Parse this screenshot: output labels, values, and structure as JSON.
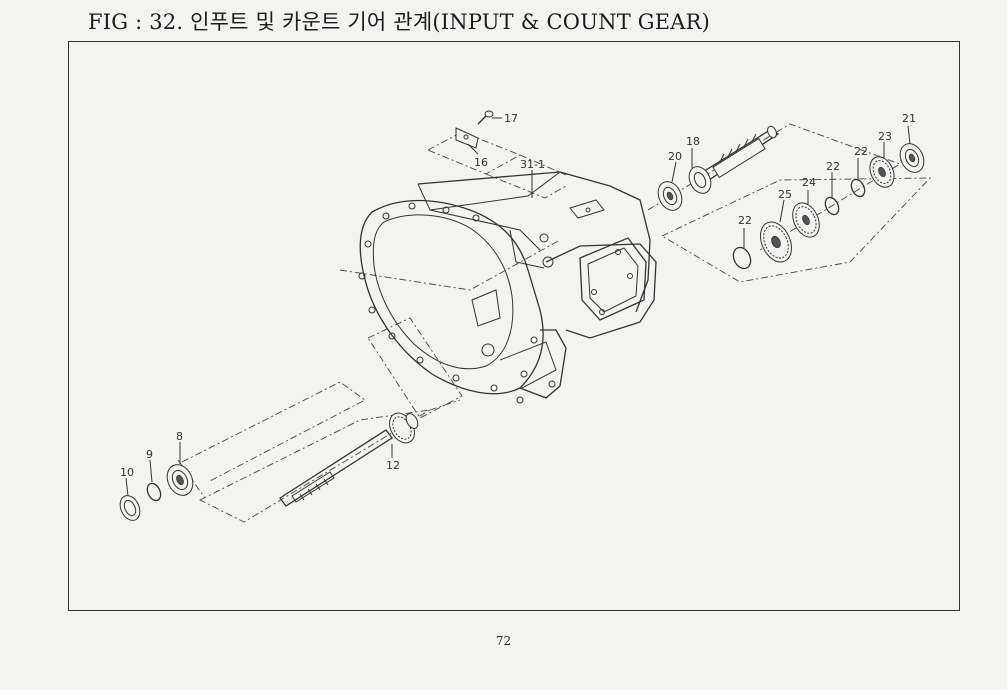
{
  "figure": {
    "title": "FIG : 32. 인푸트 및 카운트 기어 관계(INPUT & COUNT GEAR)"
  },
  "parts": {
    "p17": "17",
    "p16": "16",
    "p31_1": "31-1",
    "p18": "18",
    "p20": "20",
    "p21": "21",
    "p23": "23",
    "p22a": "22",
    "p22b": "22",
    "p22c": "22",
    "p24": "24",
    "p25": "25",
    "p8": "8",
    "p9": "9",
    "p10": "10",
    "p12": "12"
  },
  "page": {
    "number": "72"
  }
}
